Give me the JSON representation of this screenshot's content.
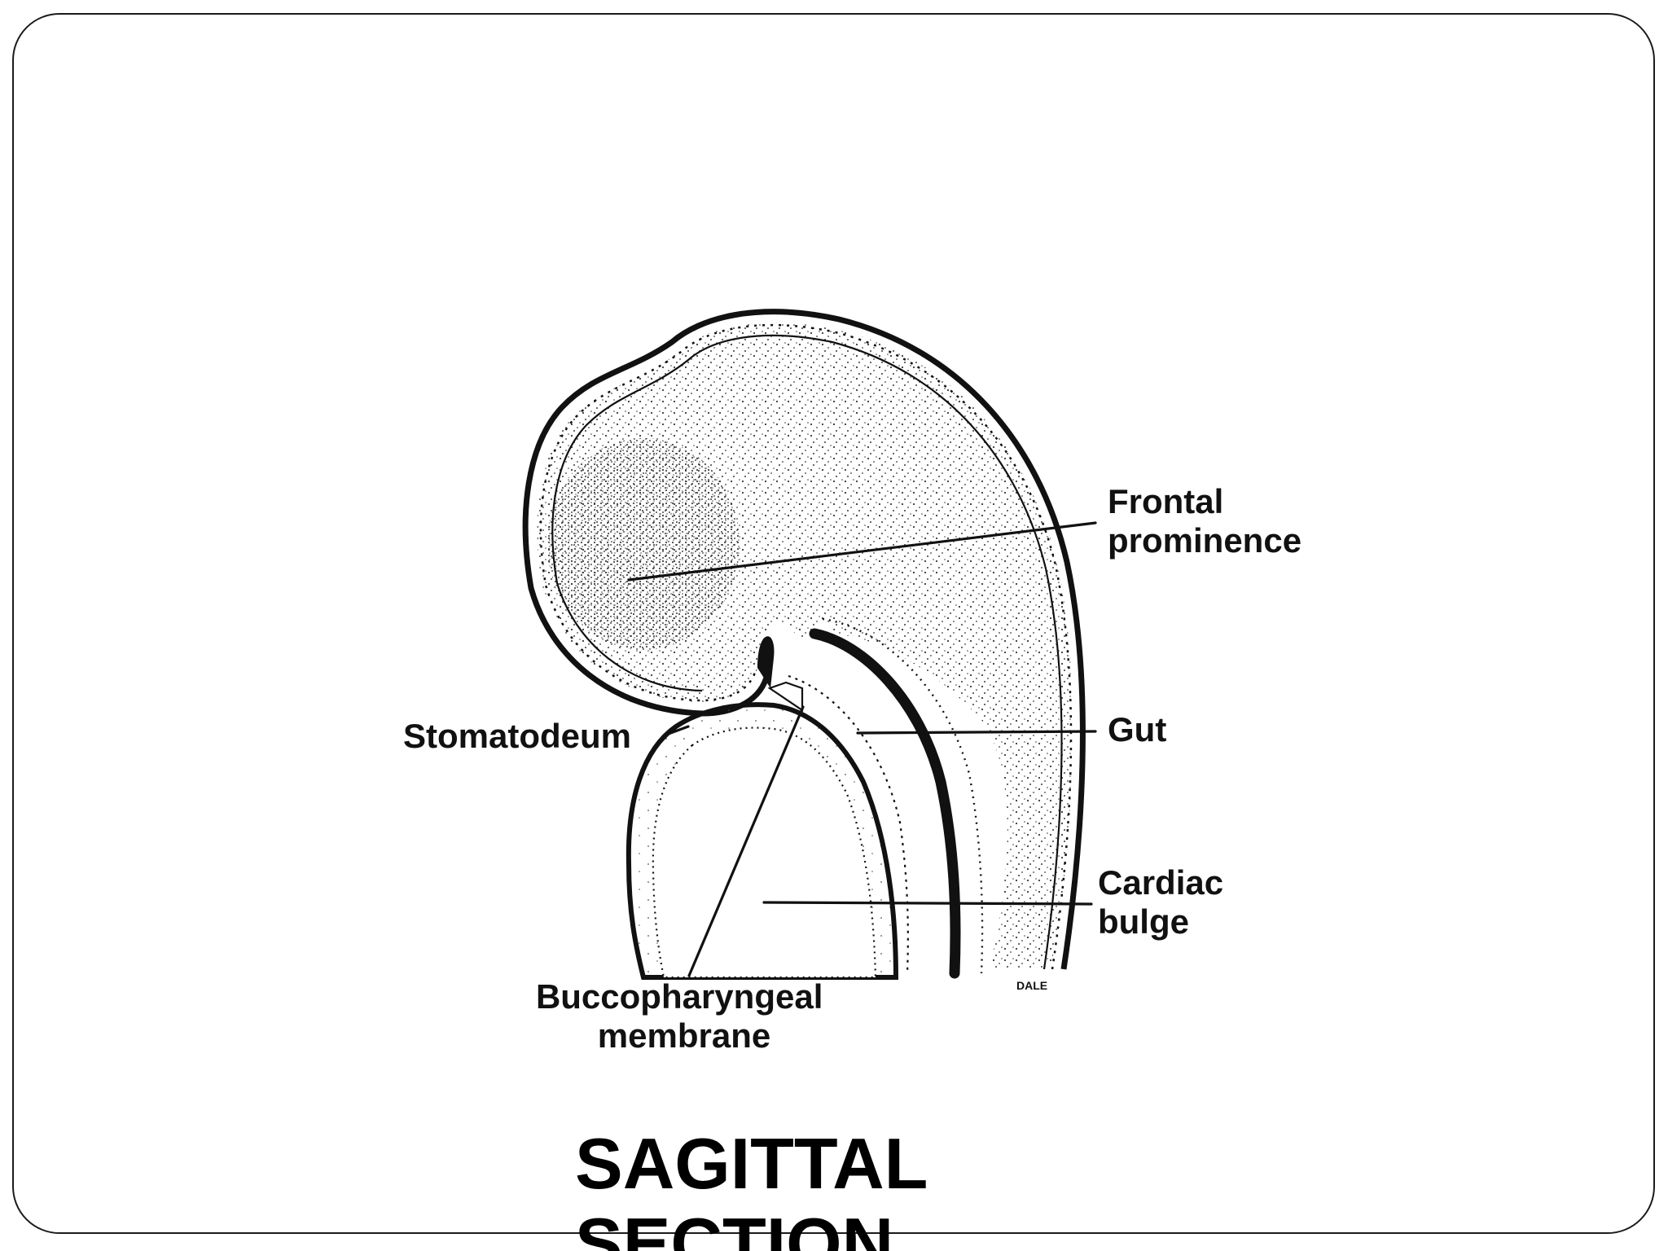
{
  "slide": {
    "title_lines": [
      "SAGITTAL",
      "SECTION"
    ]
  },
  "diagram": {
    "labels": {
      "frontal_prominence": [
        "Frontal",
        "prominence"
      ],
      "gut": "Gut",
      "cardiac_bulge": [
        "Cardiac",
        "bulge"
      ],
      "stomatodeum": "Stomatodeum",
      "buccopharyngeal_membrane": [
        "Buccopharyngeal",
        "membrane"
      ],
      "artist_signature": "DALE"
    }
  },
  "colors": {
    "frame": "#1b1b1b",
    "ink": "#111111",
    "stipple": "#3a3a3a",
    "background": "#ffffff"
  }
}
